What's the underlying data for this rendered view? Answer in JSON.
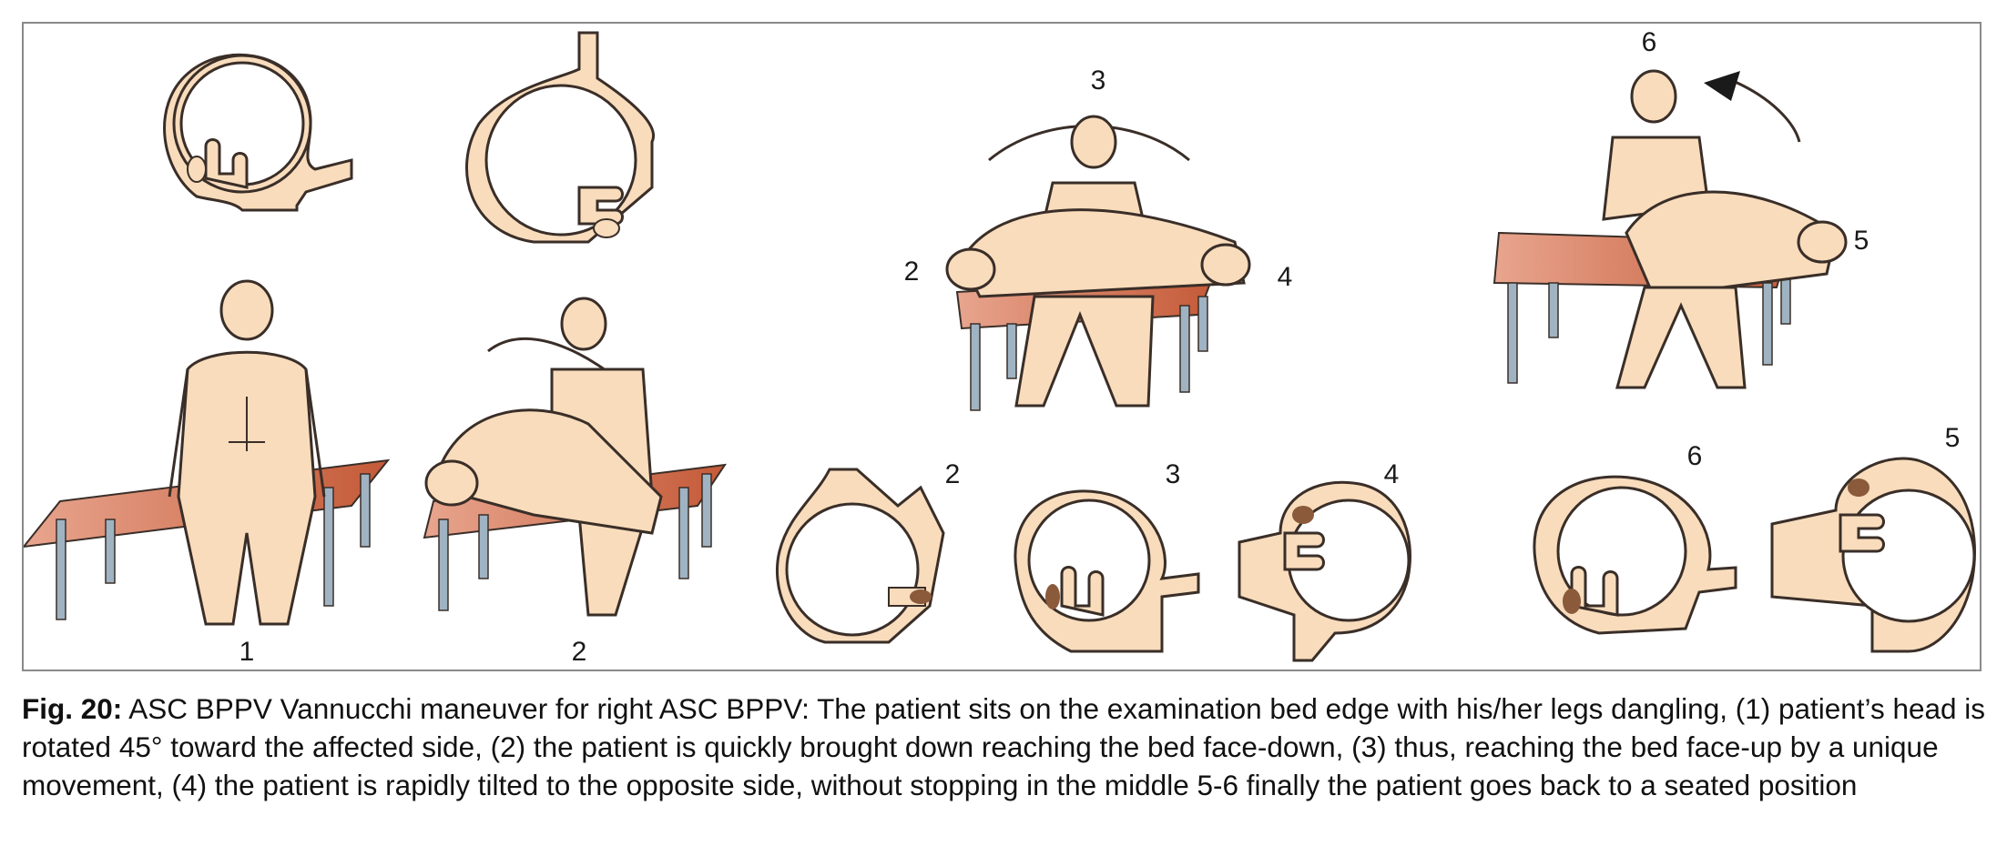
{
  "figure": {
    "labels": {
      "pos1": "1",
      "pos2_left": "2",
      "center_3": "3",
      "center_2": "2",
      "center_4": "4",
      "right_6": "6",
      "right_5": "5",
      "canal_2": "2",
      "canal_3": "3",
      "canal_4": "4",
      "canal_6": "6",
      "canal_5": "5"
    }
  },
  "caption": {
    "label": "Fig. 20:",
    "text": " ASC BPPV Vannucchi maneuver for right ASC BPPV: The patient sits on the examination bed edge with his/her legs dangling, (1) patient’s head is rotated 45° toward the affected side, (2) the patient is quickly brought down reaching the bed face-down, (3) thus, reaching the bed face-up by a unique movement, (4) the patient is rapidly tilted to the opposite side, without stopping in the middle 5-6 finally the patient goes back to a seated position"
  },
  "colors": {
    "skin": "#f8dcbc",
    "outline": "#3a2e28",
    "table_top": "#c9613f",
    "table_leg": "#9fb3c2",
    "otolith": "#8a5a3a",
    "border": "#8a8a8a"
  }
}
